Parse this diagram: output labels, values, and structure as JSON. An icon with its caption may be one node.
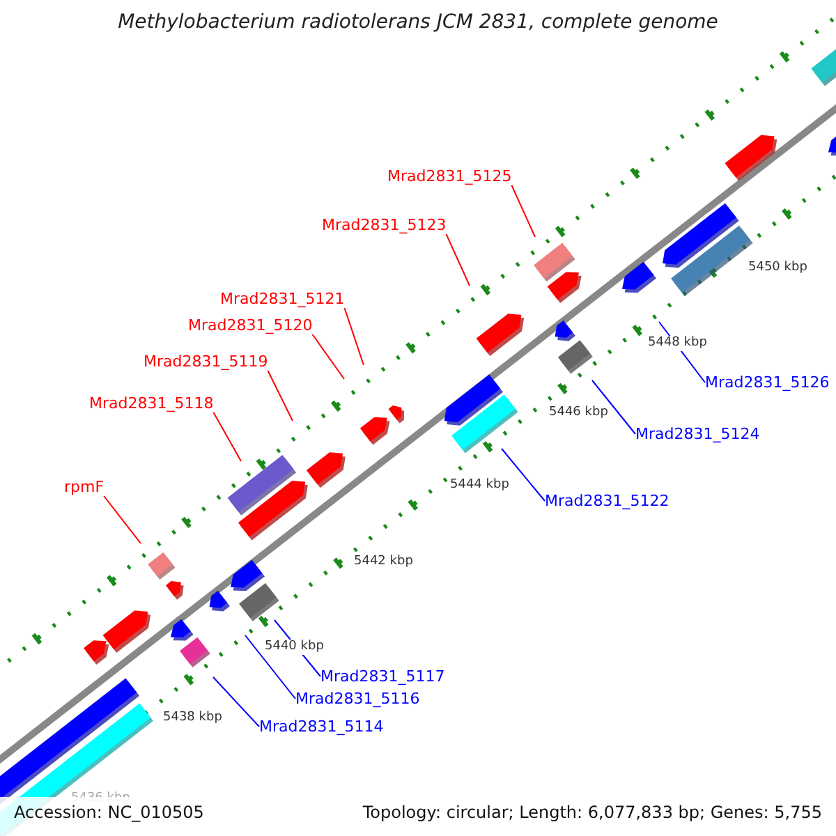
{
  "diagram": {
    "title": "Methylobacterium radiotolerans JCM 2831, complete genome",
    "nodes": [
      {
        "text": [
          "Mrad2831_5125"
        ]
      },
      {
        "text": [
          "Mrad2831_5123"
        ]
      },
      {
        "text": [
          "Mrad2831_5121"
        ]
      },
      {
        "text": [
          "Mrad2831_5120"
        ]
      },
      {
        "text": [
          "Mrad2831_5119"
        ]
      },
      {
        "text": [
          "Mrad2831_5126"
        ]
      },
      {
        "text": [
          "Mrad2831_5118"
        ]
      },
      {
        "text": [
          "Mrad2831_5124"
        ]
      },
      {
        "text": [
          "rpmF"
        ]
      },
      {
        "text": [
          "Mrad2831_5122"
        ]
      },
      {
        "text": [
          "Mrad2831_5117"
        ]
      },
      {
        "text": [
          "Mrad2831_5116"
        ]
      },
      {
        "text": [
          "Mrad2831_5114"
        ]
      }
    ],
    "edges": [
      {
        "from": 0,
        "to": null,
        "arrow": "none"
      },
      {
        "from": 1,
        "to": null,
        "arrow": "none"
      },
      {
        "from": 2,
        "to": null,
        "arrow": "none"
      },
      {
        "from": 3,
        "to": null,
        "arrow": "none"
      },
      {
        "from": 4,
        "to": null,
        "arrow": "none"
      },
      {
        "from": 5,
        "to": null,
        "arrow": "none",
        "color": "#0000ff"
      },
      {
        "from": 6,
        "to": null,
        "arrow": "none"
      },
      {
        "from": 7,
        "to": null,
        "arrow": "none",
        "color": "#0000ff"
      },
      {
        "from": 8,
        "to": null,
        "arrow": "none"
      },
      {
        "from": 9,
        "to": null,
        "arrow": "none",
        "color": "#0000ff"
      },
      {
        "from": 10,
        "to": null,
        "arrow": "none",
        "color": "#0000ff"
      },
      {
        "from": 11,
        "to": null,
        "arrow": "none",
        "color": "#0000ff"
      },
      {
        "from": 12,
        "to": null,
        "arrow": "none",
        "color": "#0000ff"
      }
    ],
    "labels": [
      "5450 kbp",
      "5448 kbp",
      "5446 kbp",
      "5444 kbp",
      "5442 kbp",
      "5440 kbp",
      "5438 kbp",
      "5436 kbp",
      "Accession: NC_010505",
      "Topology: circular; Length: 6,077,833 bp; Genes: 5,755"
    ]
  }
}
